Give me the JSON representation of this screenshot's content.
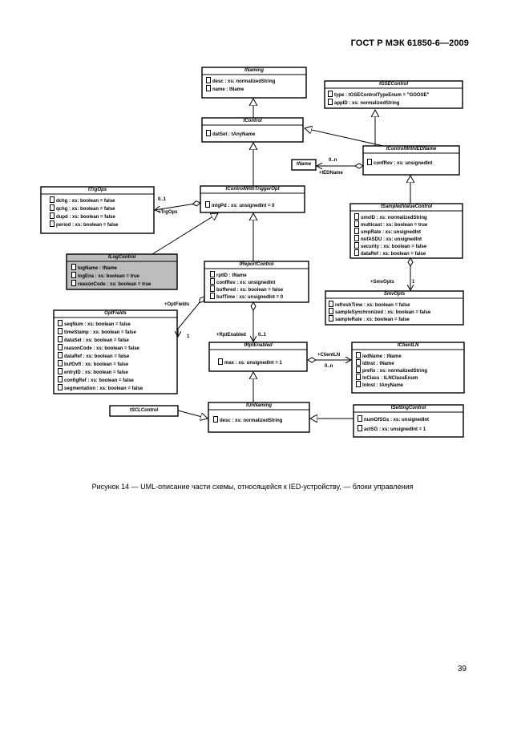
{
  "header": "ГОСТ Р МЭК 61850-6—2009",
  "caption": "Рисунок 14 — UML-описание части схемы, относящейся к IED-устройству, — блоки управления",
  "page_number": "39",
  "classes": {
    "tNaming": {
      "title": "tNaming",
      "attrs": [
        "desc : xs: normalizedString",
        "name : tName"
      ]
    },
    "tControl": {
      "title": "tControl",
      "attrs": [
        "datSet : tAnyName"
      ]
    },
    "tGSEControl": {
      "title": "tGSEControl",
      "attrs": [
        "type : tGSEControlTypeEnum = \"GOOSE\"",
        "appID : xs: normalizedString"
      ]
    },
    "tControlWithIEDName": {
      "title": "tControlWithIEDName",
      "attrs": [
        "confRev : xs: unsignedInt"
      ]
    },
    "tName": {
      "title": "tName",
      "attrs": []
    },
    "tTrgOps": {
      "title": "tTrgOps",
      "attrs": [
        "dchg : xs: boolean = false",
        "qchg : xs: boolean = false",
        "dupd : xs: boolean = false",
        "period : xs: boolean = false"
      ]
    },
    "tControlWithTriggerOpt": {
      "title": "tControlWithTriggerOpt",
      "attrs": [
        "intgPd : xs: unsignedInt = 0"
      ]
    },
    "tSampledValueControl": {
      "title": "tSampledValueControl",
      "attrs": [
        "smvID : xs: normalizedString",
        "multicast : xs: boolean = true",
        "smpRate : xs: unsignedInt",
        "nofASDU : xs: unsignedInt",
        "security : xs: boolean = false",
        "dataRef : xs: boolean = false"
      ]
    },
    "tLogControl": {
      "title": "tLogControl",
      "attrs": [
        "logName : tName",
        "logEna : xs: boolean = true",
        "reasonCode : xs: boolean = true"
      ]
    },
    "tReportControl": {
      "title": "tReportControl",
      "attrs": [
        "rptID : tName",
        "confRev : xs: unsignedInt",
        "buffered : xs: boolean = false",
        "bufTime : xs: unsignedInt = 0"
      ]
    },
    "SmvOpts": {
      "title": "SmvOpts",
      "attrs": [
        "refreshTime : xs: boolean = false",
        "sampleSynchronized : xs: boolean = false",
        "sampleRate : xs: boolean = false"
      ]
    },
    "OptFields": {
      "title": "OptFields",
      "attrs": [
        "seqNum : xs: boolean = false",
        "timeStamp : xs: boolean = false",
        "dataSet : xs: boolean = false",
        "reasonCode : xs: boolean = false",
        "dataRef : xs: boolean = false",
        "bufOvfl : xs: boolean = false",
        "entryID : xs: boolean = false",
        "configRef : xs: boolean = false",
        "segmentation : xs: boolean = false"
      ]
    },
    "tRptEnabled": {
      "title": "tRptEnabled",
      "attrs": [
        "max : xs: unsignedInt = 1"
      ]
    },
    "tClientLN": {
      "title": "tClientLN",
      "attrs": [
        "iedName : tName",
        "ldInst : tName",
        "prefix : xs: normalizedString",
        "lnClass : tLNClassEnum",
        "lnInst : tAnyName"
      ]
    },
    "tSCLControl": {
      "title": "tSCLControl",
      "attrs": []
    },
    "tUnNaming": {
      "title": "tUnNaming",
      "attrs": [
        "desc : xs: normalizedString"
      ]
    },
    "tSettingControl": {
      "title": "tSettingControl",
      "attrs": [
        "numOfSGs : xs: unsignedInt",
        "actSG : xs: unsignedInt = 1"
      ]
    }
  },
  "labels": {
    "iedname_mult": "0..n",
    "iedname_role": "+IEDName",
    "trgops_mult": "0..1",
    "trgops_role": "+TrgOps",
    "smvopts_role": "+SmvOpts",
    "smvopts_mult": "1",
    "optfields_role": "+OptFields",
    "optfields_mult": "1",
    "rptenabled_role": "+RptEnabled",
    "rptenabled_mult": "0..1",
    "clientln_role": "+ClientLN",
    "clientln_mult": "0..n"
  }
}
